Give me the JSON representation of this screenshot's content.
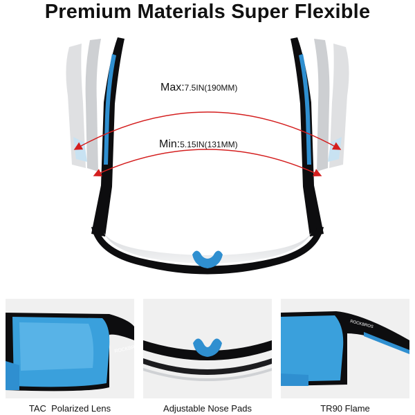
{
  "title": "Premium Materials Super Flexible",
  "measurements": {
    "max_label": "Max:",
    "max_value": "7.5IN(190MM)",
    "min_label": "Min:",
    "min_value": "5.15IN(131MM)"
  },
  "brand_mark": "ROCKBROS",
  "features": [
    {
      "caption": "TAC  Polarized Lens"
    },
    {
      "caption": "Adjustable Nose Pads"
    },
    {
      "caption": "TR90 Flame"
    }
  ],
  "colors": {
    "frame": "#0d0d0f",
    "accent_blue": "#2f8fd0",
    "lens_blue": "#3aa0dc",
    "arrow_red": "#d41e1e",
    "panel_bg": "#f0f0f0"
  }
}
